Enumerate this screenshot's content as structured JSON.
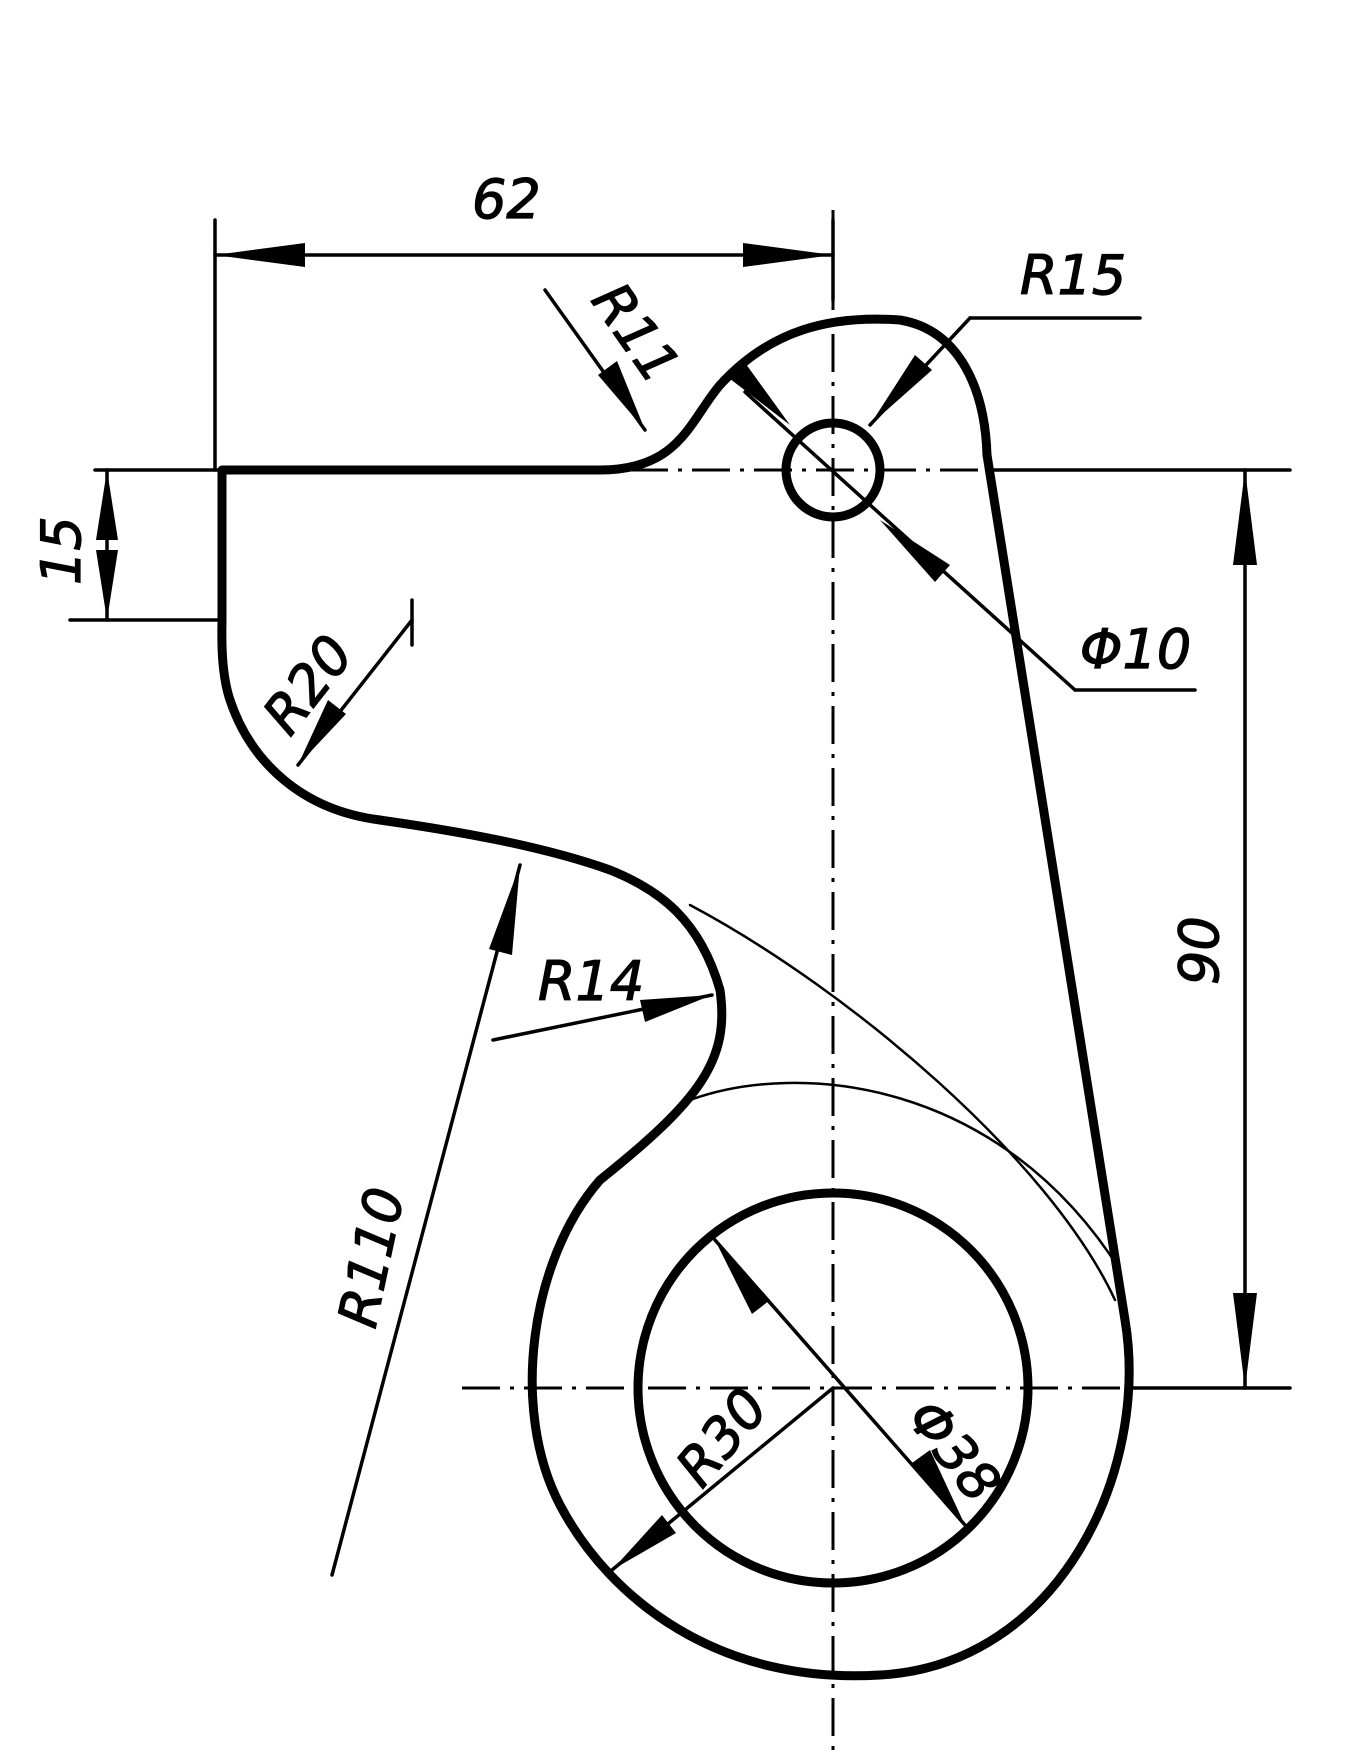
{
  "dimensions": {
    "width_62": "62",
    "r15": "R15",
    "r11": "R11",
    "d10": "Φ10",
    "h15": "15",
    "r20": "R20",
    "h90": "90",
    "r14": "R14",
    "r110": "R110",
    "r30": "R30",
    "d38": "Φ38"
  }
}
